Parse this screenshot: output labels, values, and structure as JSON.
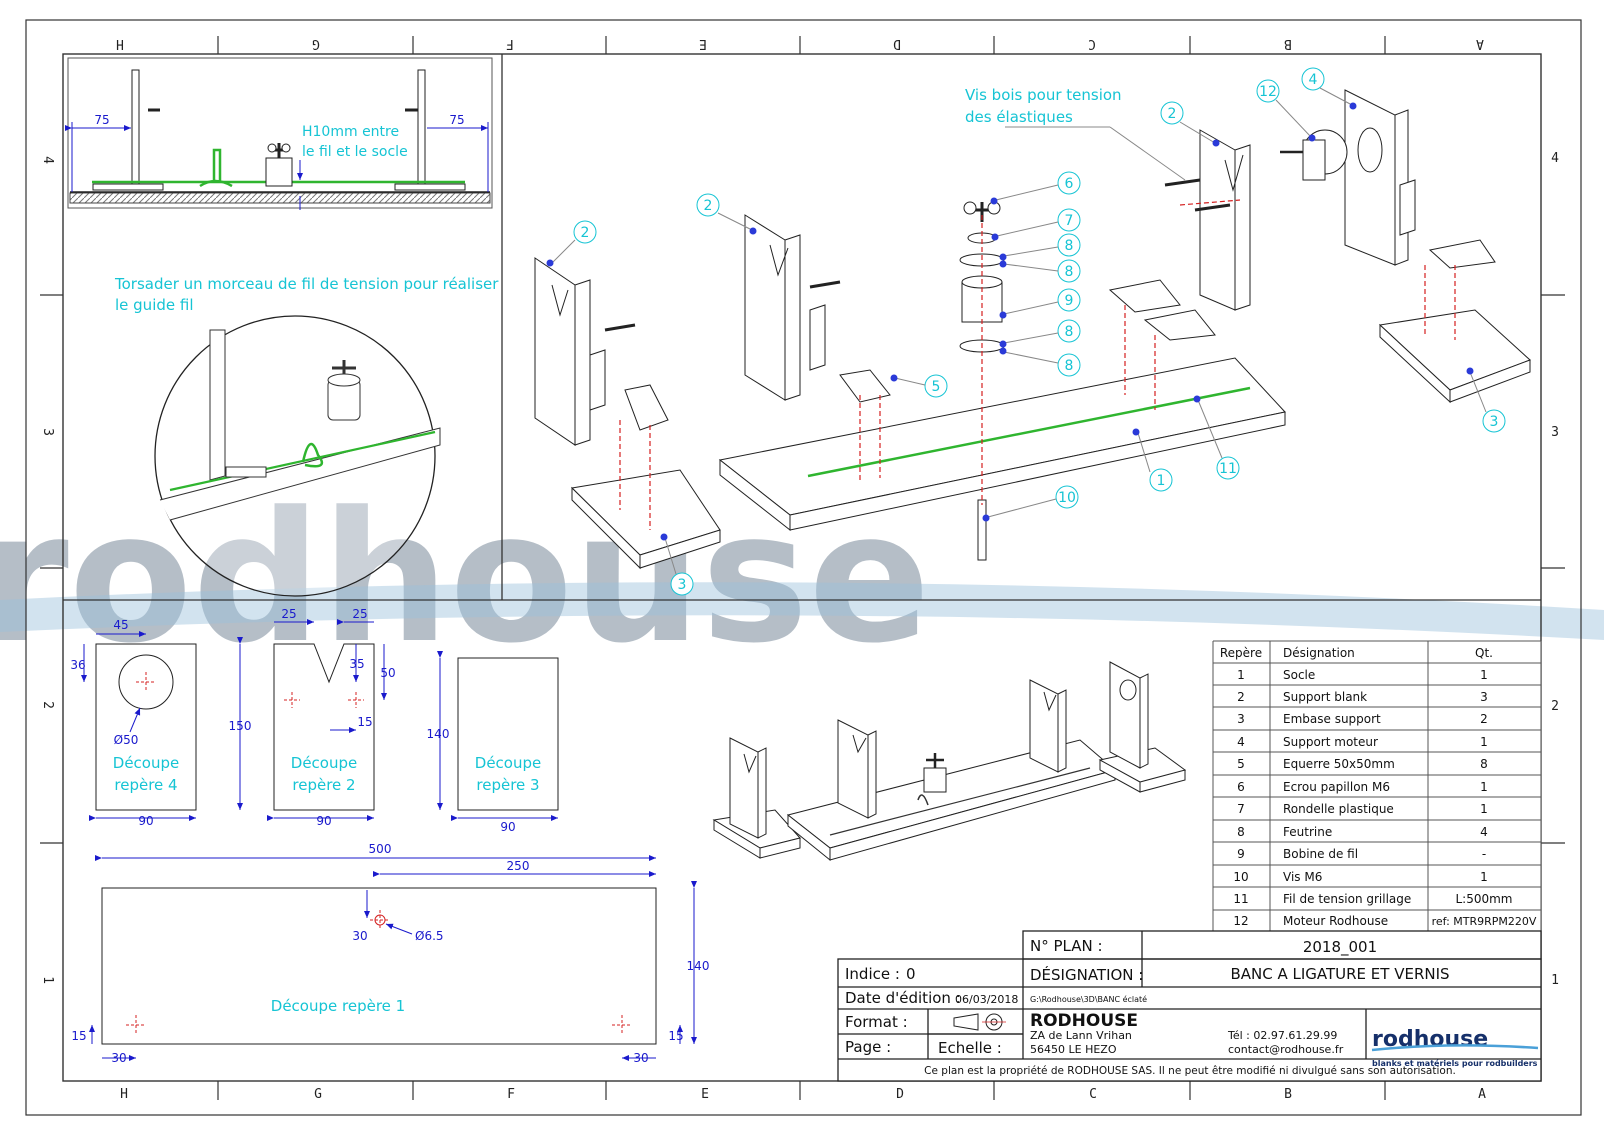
{
  "zones": {
    "columns": [
      "H",
      "G",
      "F",
      "E",
      "D",
      "C",
      "B",
      "A"
    ],
    "rows": [
      "4",
      "3",
      "2",
      "1"
    ]
  },
  "top_left": {
    "dim_left": "75",
    "dim_right": "75",
    "note_line1": "H10mm entre",
    "note_line2": "le fil et le socle"
  },
  "guide_note": {
    "line1": "Torsader un morceau de fil de tension pour réaliser",
    "line2": "le guide fil"
  },
  "screw_note": {
    "line1": "Vis bois pour tension",
    "line2": "des élastiques"
  },
  "callouts": [
    "1",
    "2",
    "2",
    "2",
    "3",
    "3",
    "4",
    "5",
    "6",
    "7",
    "8",
    "8",
    "8",
    "8",
    "9",
    "10",
    "11",
    "12"
  ],
  "cutouts": {
    "c4": {
      "l1": "Découpe",
      "l2": "repère 4",
      "w": "90",
      "top": "45",
      "left": "36",
      "dia": "Ø50"
    },
    "c2": {
      "l1": "Découpe",
      "l2": "repère 2",
      "w": "90",
      "t1": "25",
      "t2": "25",
      "d35": "35",
      "d50": "50",
      "d15": "15",
      "h": "150"
    },
    "c3": {
      "l1": "Découpe",
      "l2": "repère 3",
      "w": "90",
      "h": "140"
    },
    "c1": {
      "label": "Découpe repère 1",
      "w": "500",
      "half": "250",
      "h": "140",
      "hole": "Ø6.5",
      "d30": "30",
      "l15": "15",
      "r15": "15",
      "l30": "30",
      "r30": "30"
    }
  },
  "bom": {
    "headers": [
      "Repère",
      "Désignation",
      "Qt."
    ],
    "rows": [
      [
        "1",
        "Socle",
        "1"
      ],
      [
        "2",
        "Support blank",
        "3"
      ],
      [
        "3",
        "Embase support",
        "2"
      ],
      [
        "4",
        "Support moteur",
        "1"
      ],
      [
        "5",
        "Equerre 50x50mm",
        "8"
      ],
      [
        "6",
        "Ecrou papillon M6",
        "1"
      ],
      [
        "7",
        "Rondelle plastique",
        "1"
      ],
      [
        "8",
        "Feutrine",
        "4"
      ],
      [
        "9",
        "Bobine de fil",
        "-"
      ],
      [
        "10",
        "Vis M6",
        "1"
      ],
      [
        "11",
        "Fil de tension grillage",
        "L:500mm"
      ],
      [
        "12",
        "Moteur Rodhouse",
        "ref: MTR9RPM220V"
      ]
    ]
  },
  "title_block": {
    "plan_label": "N° PLAN :",
    "plan_value": "2018_001",
    "designation_label": "DÉSIGNATION :",
    "designation_value": "BANC  A  LIGATURE ET VERNIS",
    "indice_label": "Indice :",
    "indice_value": "0",
    "date_label": "Date d'édition :",
    "date_value": "06/03/2018",
    "path": "G:\\Rodhouse\\3D\\BANC éclaté",
    "format_label": "Format :",
    "page_label": "Page :",
    "echelle_label": "Echelle :",
    "company": "RODHOUSE",
    "addr1": "ZA de Lann Vrihan",
    "addr2": "56450 LE HEZO",
    "tel": "Tél : 02.97.61.29.99",
    "email": "contact@rodhouse.fr",
    "logo_text": "rodhouse",
    "logo_sub": "blanks et matériels pour rodbuilders",
    "footer": "Ce plan est la propriété de RODHOUSE SAS. Il ne peut être modifié ni divulgué sans son autorisation."
  },
  "watermark": "rodhouse",
  "colors": {
    "cyan": "#16c4d4",
    "dim": "#1a1acc",
    "wire": "#2fb52f",
    "red": "#d42020"
  }
}
